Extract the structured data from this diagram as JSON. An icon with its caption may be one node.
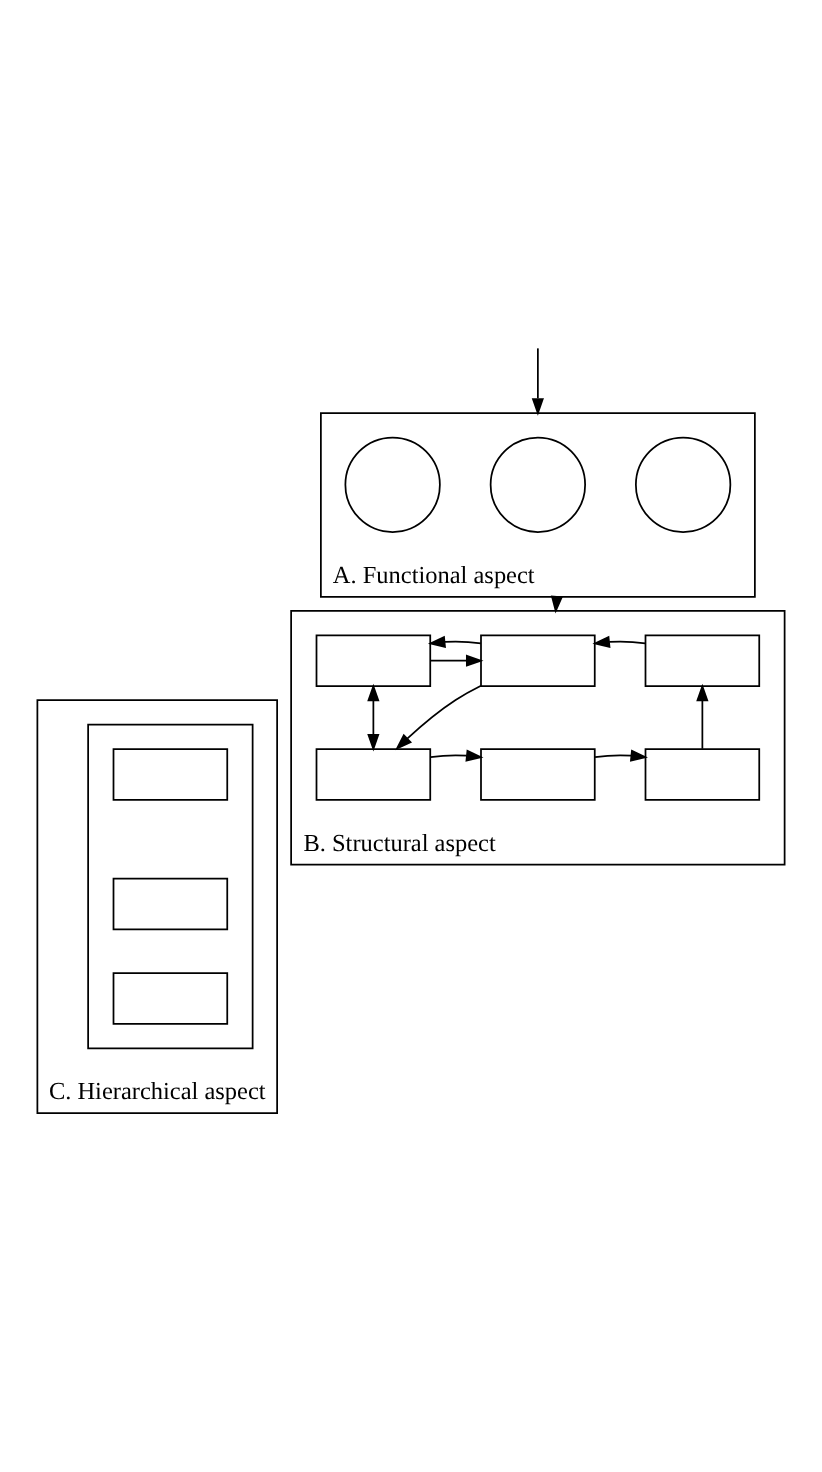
{
  "diagram": {
    "nodes": [
      {
        "text": [
          "A. Functional aspect"
        ]
      },
      {
        "text": [],
        "shape": "circle",
        "in": 0
      },
      {
        "text": [],
        "shape": "circle",
        "in": 0
      },
      {
        "text": [],
        "shape": "circle",
        "in": 0
      },
      {
        "text": [
          "B. Structural aspect"
        ]
      },
      {
        "text": [],
        "shape": "box",
        "in": 4
      },
      {
        "text": [],
        "shape": "box",
        "in": 4
      },
      {
        "text": [],
        "shape": "box",
        "in": 4
      },
      {
        "text": [],
        "shape": "box",
        "in": 4
      },
      {
        "text": [],
        "shape": "box",
        "in": 4
      },
      {
        "text": [],
        "shape": "box",
        "in": 4
      },
      {
        "text": [
          "C. Hierarchical aspect"
        ]
      },
      {
        "text": [],
        "shape": "box",
        "in": 11
      },
      {
        "text": [],
        "shape": "box",
        "in": 12
      },
      {
        "text": [],
        "shape": "box",
        "in": 12
      },
      {
        "text": [],
        "shape": "box",
        "in": 12
      }
    ],
    "edges": [
      {
        "from": null,
        "to": 0,
        "arrow": "to"
      },
      {
        "from": 0,
        "to": 4,
        "arrow": "to"
      },
      {
        "from": 5,
        "to": 6,
        "arrow": "to"
      },
      {
        "from": 7,
        "to": 6,
        "arrow": "to"
      },
      {
        "from": 5,
        "to": 8,
        "arrow": "both"
      },
      {
        "from": 6,
        "to": 5,
        "arrow": "to"
      },
      {
        "from": 6,
        "to": 8,
        "arrow": "to"
      },
      {
        "from": 8,
        "to": 9,
        "arrow": "to"
      },
      {
        "from": 9,
        "to": 10,
        "arrow": "to"
      },
      {
        "from": 10,
        "to": 7,
        "arrow": "to"
      }
    ]
  }
}
